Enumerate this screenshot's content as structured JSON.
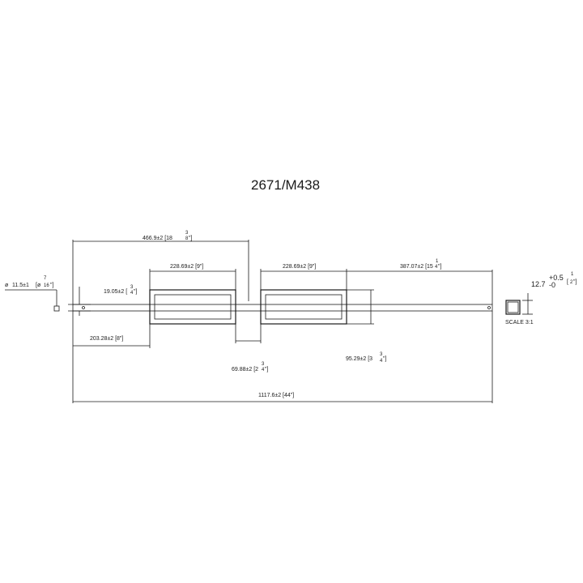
{
  "title": "2671/M438",
  "dimensions": {
    "overall_top": {
      "value": "466.9±2 [18",
      "frac_num": "3",
      "frac_den": "8",
      "close": "\"]"
    },
    "left_box_width": "228.69±2 [9\"]",
    "right_box_width": "228.69±2 [9\"]",
    "right_lead": {
      "value": "387.07±2 [15",
      "frac_num": "1",
      "frac_den": "4",
      "close": "\"]"
    },
    "lead_thickness": {
      "value": "19.05±2 [",
      "frac_num": "3",
      "frac_den": "4",
      "close": "\"]"
    },
    "left_lead": "203.28±2 [8\"]",
    "gap": {
      "value": "69.88±2 [2",
      "frac_num": "3",
      "frac_den": "4",
      "close": "\"]"
    },
    "box_height": {
      "value": "95.29±2 [3",
      "frac_num": "3",
      "frac_den": "4",
      "close": "\"]"
    },
    "overall_length": "1117.6±2 [44\"]",
    "hole": {
      "symbol": "ø",
      "value": "11.5±1",
      "bracket": "[ø",
      "frac_num": "7",
      "frac_den": "16",
      "close": "\"]"
    },
    "wire_square": {
      "value": "12.7",
      "tol_plus": "+0.5",
      "tol_minus": "-0",
      "frac_num": "1",
      "frac_den": "2",
      "bracket": "[",
      "close": "\"]"
    }
  },
  "scale_note": "SCALE 3:1"
}
